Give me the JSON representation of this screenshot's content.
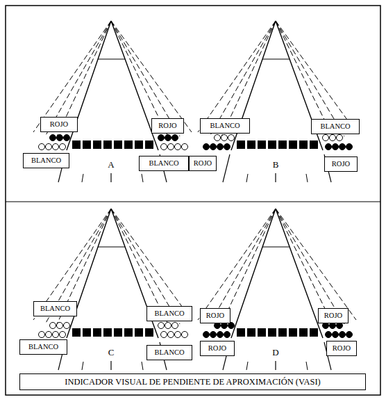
{
  "diagram": {
    "caption": "INDICADOR VISUAL DE PENDIENTE DE APROXIMACIÓN (VASI)",
    "nodes": [
      {
        "text": [
          "ROJO"
        ]
      },
      {
        "text": [
          "ROJO"
        ]
      },
      {
        "text": [
          "BLANCO"
        ]
      },
      {
        "text": [
          "BLANCO"
        ]
      },
      {
        "text": [
          "BLANCO"
        ]
      },
      {
        "text": [
          "BLANCO"
        ]
      },
      {
        "text": [
          "ROJO"
        ]
      },
      {
        "text": [
          "ROJO"
        ]
      },
      {
        "text": [
          "BLANCO"
        ]
      },
      {
        "text": [
          "BLANCO"
        ]
      },
      {
        "text": [
          "BLANCO"
        ]
      },
      {
        "text": [
          "BLANCO"
        ]
      },
      {
        "text": [
          "ROJO"
        ]
      },
      {
        "text": [
          "ROJO"
        ]
      },
      {
        "text": [
          "ROJO"
        ]
      },
      {
        "text": [
          "ROJO"
        ]
      }
    ],
    "labels": [
      "A",
      "B",
      "C",
      "D"
    ]
  }
}
